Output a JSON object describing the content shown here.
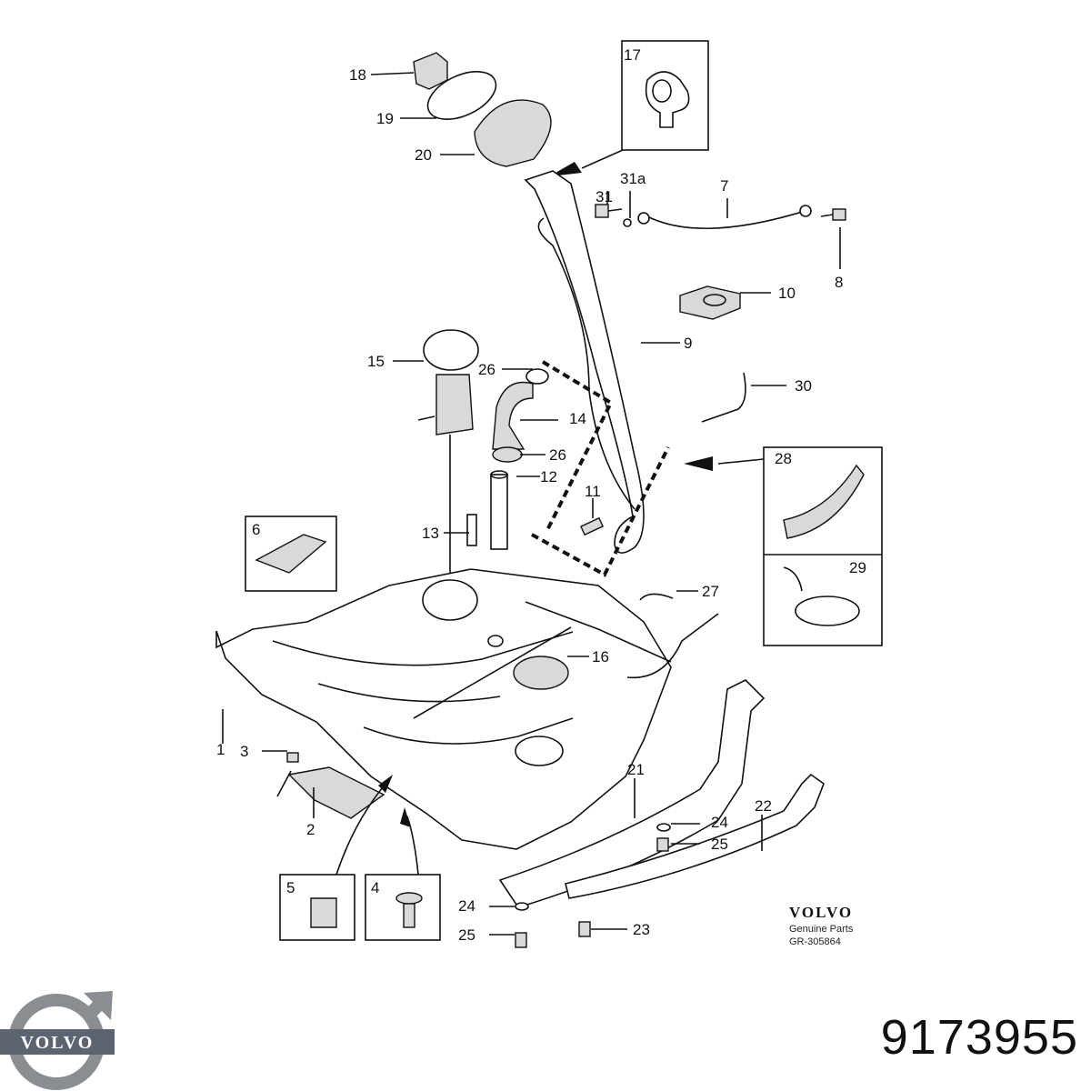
{
  "callouts": [
    "1",
    "2",
    "3",
    "4",
    "5",
    "6",
    "7",
    "8",
    "9",
    "10",
    "11",
    "12",
    "13",
    "14",
    "15",
    "16",
    "17",
    "18",
    "19",
    "20",
    "21",
    "22",
    "23",
    "24",
    "24",
    "25",
    "25",
    "26",
    "26",
    "27",
    "28",
    "29",
    "30",
    "31",
    "31a"
  ],
  "brand_block": {
    "brand": "VOLVO",
    "subtitle": "Genuine Parts",
    "diagram_code": "GR-305864"
  },
  "logo": {
    "text": "VOLVO",
    "colors": {
      "ring": "#8a8e93",
      "badge": "#5b6470",
      "text": "#ffffff"
    }
  },
  "part_number": "9173955"
}
